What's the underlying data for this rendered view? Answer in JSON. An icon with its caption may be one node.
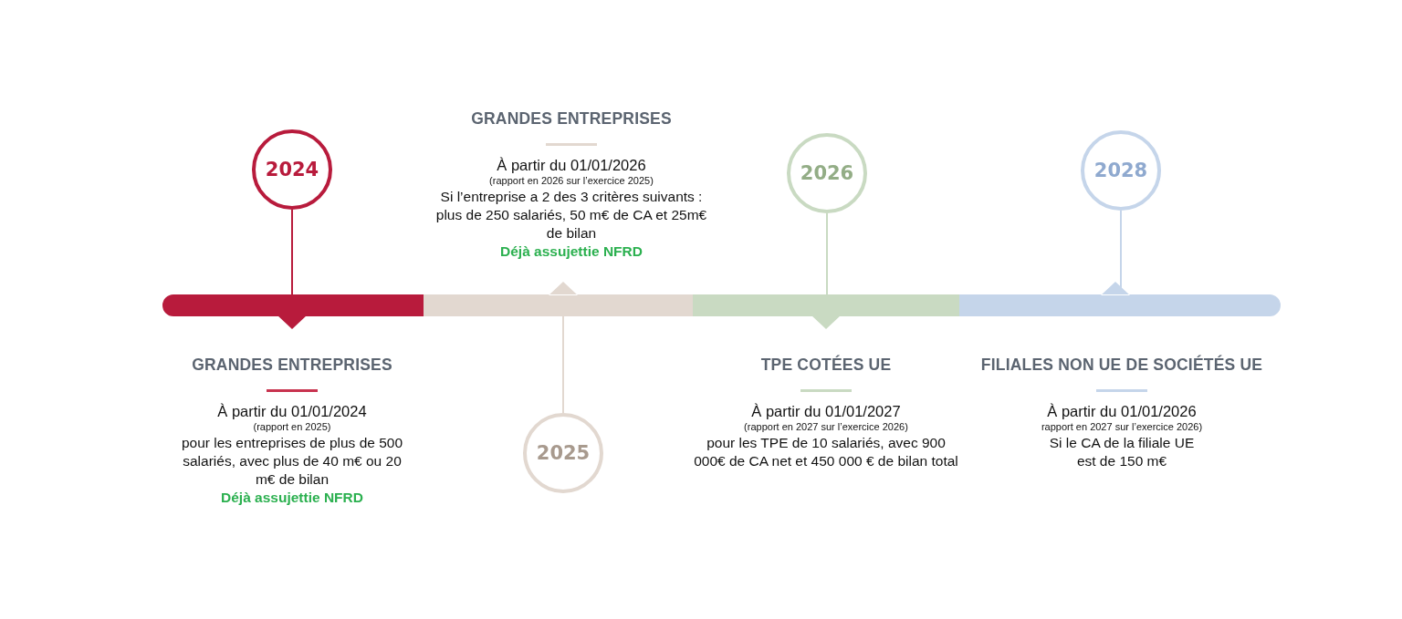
{
  "diagram": {
    "nodes": [
      {
        "text": [
          "2024"
        ]
      },
      {
        "text": [
          "2025"
        ]
      },
      {
        "text": [
          "2026"
        ]
      },
      {
        "text": [
          "2028"
        ]
      },
      {
        "text": [],
        "shape": "bar"
      },
      {
        "text": [],
        "shape": "bar"
      },
      {
        "text": [],
        "shape": "bar"
      },
      {
        "text": [],
        "shape": "bar"
      }
    ],
    "edges": [
      {
        "from": 0,
        "to": 4,
        "arrow": "none",
        "color": "#b81b3c"
      },
      {
        "from": 1,
        "to": 5,
        "arrow": "none",
        "color": "#e2d8d0"
      },
      {
        "from": 2,
        "to": 6,
        "arrow": "none",
        "color": "#c9dac2"
      },
      {
        "from": 3,
        "to": 7,
        "arrow": "none",
        "color": "#c5d5ea"
      }
    ],
    "labels": [
      "GRANDES ENTREPRISES",
      "À partir du 01/01/2024",
      "(rapport en 2025)",
      "pour les entreprises de plus de 500 salariés, avec plus de 40 m€ ou 20 m€ de bilan",
      "Déjà assujettie NFRD",
      "GRANDES ENTREPRISES",
      "À partir du 01/01/2026",
      "(rapport en 2026 sur l’exercice 2025)",
      "Si l’entreprise a 2 des 3 critères suivants : plus de 250 salariés, 50 m€ de CA et 25m€ de bilan",
      "Déjà assujettie NFRD",
      "TPE COTÉES UE",
      "À partir du 01/01/2027",
      "(rapport en 2027 sur l’exercice 2026)",
      "pour les TPE de 10 salariés, avec 900 000€ de CA net et 450 000 € de bilan total",
      "FILIALES NON UE DE SOCIÉTÉS UE",
      "À partir du 01/01/2026",
      "rapport en 2027 sur l’exercice 2026)",
      "Si le CA de la filiale UE est de 150 m€"
    ]
  }
}
